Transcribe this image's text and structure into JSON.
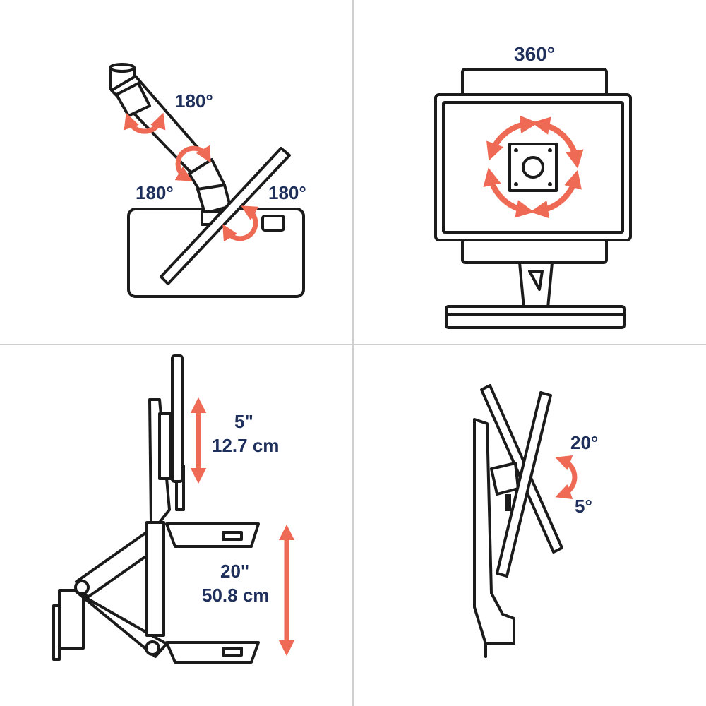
{
  "colors": {
    "accent": "#ef6a55",
    "label": "#1f2f5c",
    "ink": "#1b1b1b",
    "divider": "#cfcfcf"
  },
  "panels": {
    "top_left": {
      "labels": [
        "180°",
        "180°",
        "180°"
      ]
    },
    "top_right": {
      "label": "360°"
    },
    "bottom_left": {
      "monitor_travel": {
        "imperial": "5\"",
        "metric": "12.7 cm"
      },
      "keyboard_travel": {
        "imperial": "20\"",
        "metric": "50.8 cm"
      }
    },
    "bottom_right": {
      "tilt_up": "20°",
      "tilt_down": "5°"
    }
  },
  "icons": [
    "rotation-arrow-icon",
    "double-arrow-icon",
    "circular-arrow-icon"
  ]
}
